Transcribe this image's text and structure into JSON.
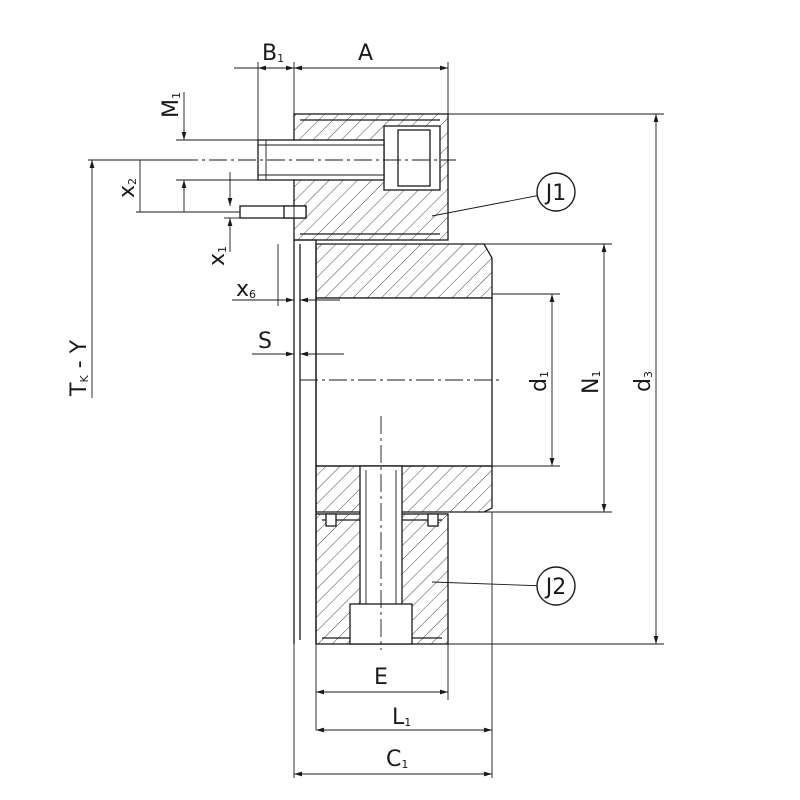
{
  "labels": {
    "B": {
      "main": "B",
      "sub": "1"
    },
    "A": {
      "main": "A"
    },
    "M": {
      "main": "M",
      "sub": "1"
    },
    "x2": {
      "main": "x",
      "sub": "2"
    },
    "x1": {
      "main": "x",
      "sub": "1"
    },
    "x6": {
      "main": "x",
      "sub": "6"
    },
    "S": {
      "main": "S"
    },
    "TkY": {
      "main": "T",
      "sub": "K",
      "tail": " - Y"
    },
    "d1": {
      "main": "d",
      "sub": "1"
    },
    "N1": {
      "main": "N",
      "sub": "1"
    },
    "d3": {
      "main": "d",
      "sub": "3"
    },
    "E": {
      "main": "E"
    },
    "L1": {
      "main": "L",
      "sub": "1"
    },
    "C1": {
      "main": "C",
      "sub": "1"
    },
    "J1": {
      "main": "J1"
    },
    "J2": {
      "main": "J2"
    }
  },
  "colors": {
    "line": "#1a1a1a",
    "background": "#ffffff"
  }
}
